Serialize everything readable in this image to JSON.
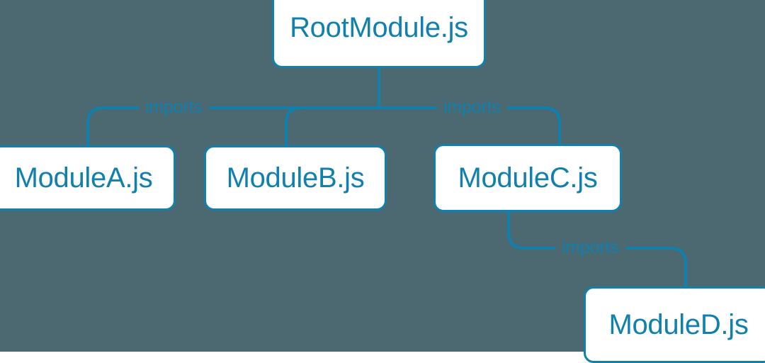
{
  "diagram": {
    "type": "module-dependency-tree",
    "background_color": "#4c6870",
    "accent_color": "#1180ad",
    "node_fill_color": "#ffffff",
    "nodes": [
      {
        "id": "root",
        "label": "RootModule.js"
      },
      {
        "id": "moduleA",
        "label": "ModuleA.js"
      },
      {
        "id": "moduleB",
        "label": "ModuleB.js"
      },
      {
        "id": "moduleC",
        "label": "ModuleC.js"
      },
      {
        "id": "moduleD",
        "label": "ModuleD.js"
      }
    ],
    "edges": [
      {
        "from": "root",
        "to": "moduleA",
        "label": "imports"
      },
      {
        "from": "root",
        "to": "moduleB",
        "label": ""
      },
      {
        "from": "root",
        "to": "moduleC",
        "label": "imports"
      },
      {
        "from": "moduleC",
        "to": "moduleD",
        "label": "imports"
      }
    ],
    "edge_labels": {
      "root_to_a": "imports",
      "root_to_c": "imports",
      "c_to_d": "imports"
    }
  }
}
